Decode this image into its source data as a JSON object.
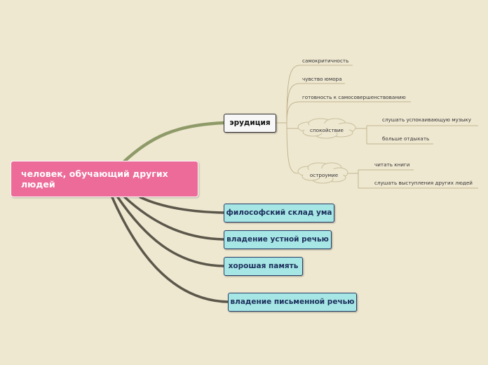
{
  "root": {
    "label": "человек, обучающий других людей"
  },
  "branches": {
    "erudition": {
      "label": "эрудиция"
    },
    "philosophy": {
      "label": "философский склад ума"
    },
    "oral": {
      "label": "владение устной речью"
    },
    "memory": {
      "label": "хорошая память"
    },
    "written": {
      "label": "владение письменной речью"
    }
  },
  "erudition_children": {
    "self_criticism": "самокритичность",
    "humor": "чувство юмора",
    "self_improvement": "готовность к самосовершенствованию",
    "calm": {
      "label": "спокойствие",
      "children": {
        "music": "слушать успокаивающую музыку",
        "rest": "больше отдыхать"
      }
    },
    "wit": {
      "label": "остроумие",
      "children": {
        "books": "читать книги",
        "listen": "слушать выступления других людей"
      }
    }
  },
  "colors": {
    "background": "#efe8d1",
    "root_fill": "#ec6b98",
    "erudition_connector": "#8e9a68",
    "dark_connector": "#5b574a",
    "cyan_fill": "#a6e6e4",
    "thin_line": "#c2b58f"
  }
}
